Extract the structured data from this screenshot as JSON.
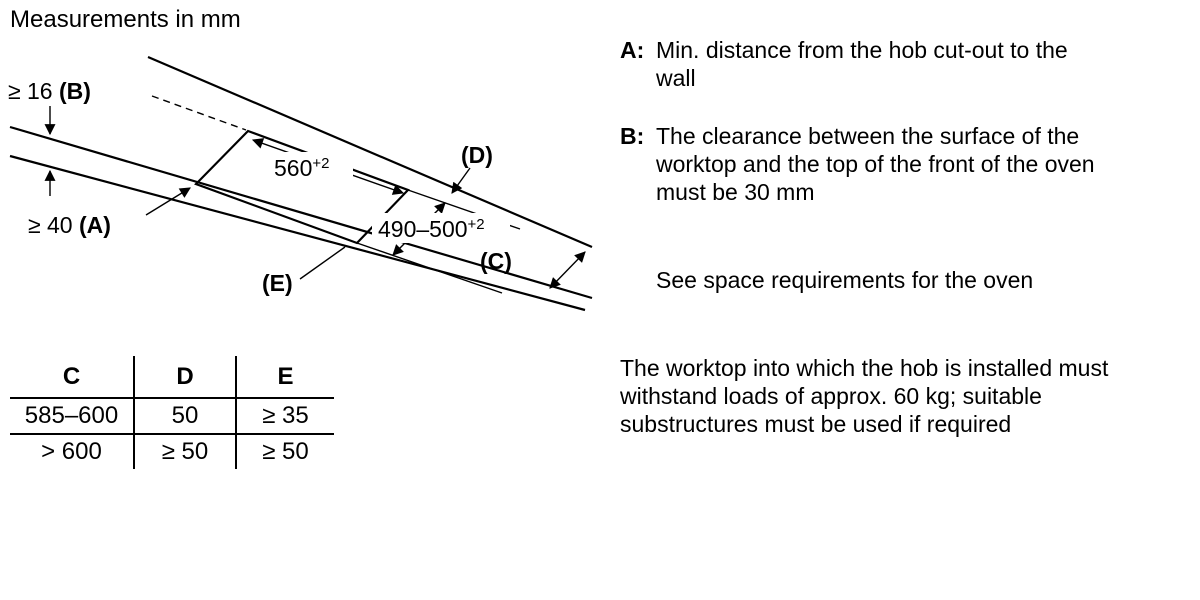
{
  "title": "Measurements in mm",
  "diagram": {
    "dim_b": {
      "value": "≥ 16 ",
      "letter": "(B)"
    },
    "dim_a": {
      "value": "≥ 40 ",
      "letter": "(A)"
    },
    "dim_560": {
      "base": "560",
      "sup": "+2"
    },
    "dim_490": {
      "base": "490–500",
      "sup": "+2"
    },
    "label_d": "(D)",
    "label_c": "(C)",
    "label_e": "(E)"
  },
  "table": {
    "headers": [
      "C",
      "D",
      "E"
    ],
    "rows": [
      [
        "585–600",
        "50",
        "≥ 35"
      ],
      [
        "> 600",
        "≥ 50",
        "≥ 50"
      ]
    ]
  },
  "notes": {
    "a_label": "A:",
    "a_text": "Min. distance from the hob cut-out to the wall",
    "b_label": "B:",
    "b_text": "The clearance between the surface of the worktop and the top of the front of the oven must be 30 mm",
    "see_text": "See space requirements for the oven",
    "paragraph": "The worktop into which the hob is installed must withstand loads of approx. 60 kg; suitable substructures must be used if required"
  }
}
